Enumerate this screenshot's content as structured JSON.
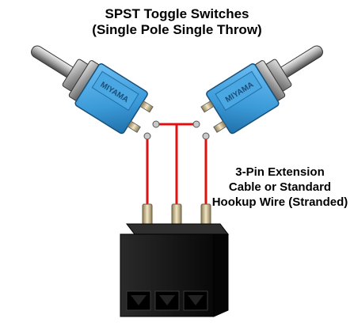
{
  "title": {
    "line1": "SPST Toggle Switches",
    "line2": "(Single Pole Single Throw)"
  },
  "caption": {
    "line1": "3-Pin Extension",
    "line2": "Cable or Standard",
    "line3": "Hookup Wire (Stranded)"
  },
  "switch_marking": "MIYAMA",
  "colors": {
    "switch_body": "#3b9ad8",
    "switch_body_dark": "#1f6fa8",
    "metal": "#b8b8b8",
    "metal_dark": "#6e6e6e",
    "wire": "#e01010",
    "connector": "#141414",
    "pin": "#d9c9a0"
  }
}
